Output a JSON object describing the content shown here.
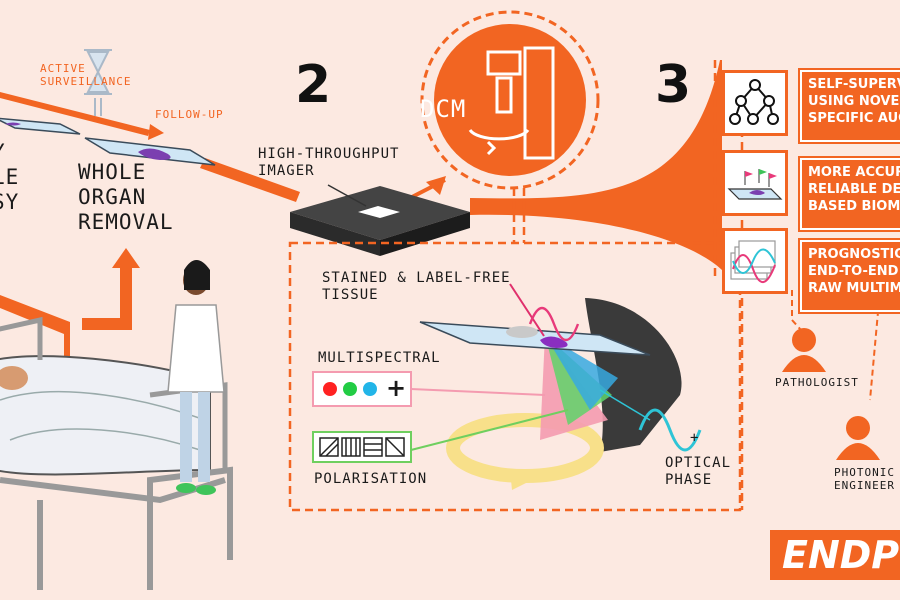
{
  "colors": {
    "accent": "#f26522",
    "background": "#fce9e1",
    "dark": "#333333"
  },
  "labels": {
    "active_surveillance": "ACTIVE\nSURVEILLANCE",
    "follow_up": "FOLLOW-UP",
    "biopsy_partial": "Y\nLE\nSY",
    "whole_organ_removal": "WHOLE\nORGAN\nREMOVAL",
    "high_throughput_imager": "HIGH-THROUGHPUT\nIMAGER",
    "dcm": "DCM",
    "stained_label_free": "STAINED & LABEL-FREE\nTISSUE",
    "multispectral": "MULTISPECTRAL",
    "multispectral_plus": "+",
    "polarisation": "POLARISATION",
    "optical_phase": "OPTICAL\nPHASE",
    "phase_plus": "+",
    "pathologist": "PATHOLOGIST",
    "photonics_engineer": "PHOTONIC\nENGINEER"
  },
  "step_numbers": {
    "two": "2",
    "three": "3"
  },
  "panels": [
    {
      "text": "SELF-SUPERVI\nUSING NOVEL\nSPECIFIC AUG",
      "icon": "network-icon"
    },
    {
      "text": "MORE ACCURA\nRELIABLE DEE\nBASED BIOMA",
      "icon": "annotated-slide-icon"
    },
    {
      "text": "PROGNOSTIC\nEND-TO-END T\nRAW MULTIMO",
      "icon": "multimodal-stack-icon"
    }
  ],
  "brand": "ENDP"
}
